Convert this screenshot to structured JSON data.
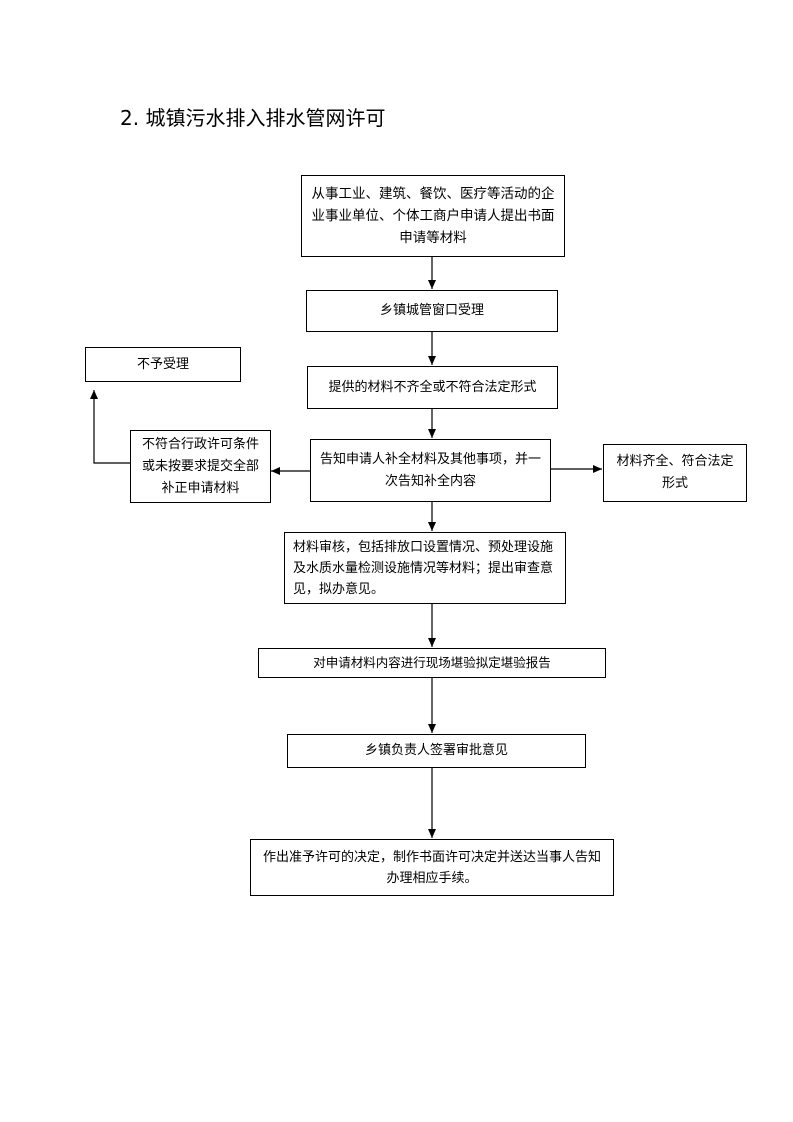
{
  "title": "2. 城镇污水排入排水管网许可",
  "nodes": {
    "apply": "从事工业、建筑、餐饮、医疗等活动的企业事业单位、个体工商户申请人提出书面申请等材料",
    "accept": "乡镇城管窗口受理",
    "incomplete": "提供的材料不齐全或不符合法定形式",
    "notify": "告知申请人补全材料及其他事项，并一次告知补全内容",
    "reject_condition": "不符合行政许可条件或未按要求提交全部补正申请材料",
    "not_accept": "不予受理",
    "complete": "材料齐全、符合法定形式",
    "review": "材料审核，包括排放口设置情况、预处理设施及水质水量检测设施情况等材料；提出审查意见，拟办意见。",
    "inspect": "对申请材料内容进行现场堪验拟定堪验报告",
    "sign": "乡镇负责人签署审批意见",
    "decision": "作出准予许可的决定，制作书面许可决定并送达当事人告知办理相应手续。"
  },
  "colors": {
    "line": "#000000",
    "box_border": "#000000",
    "background": "#ffffff"
  }
}
